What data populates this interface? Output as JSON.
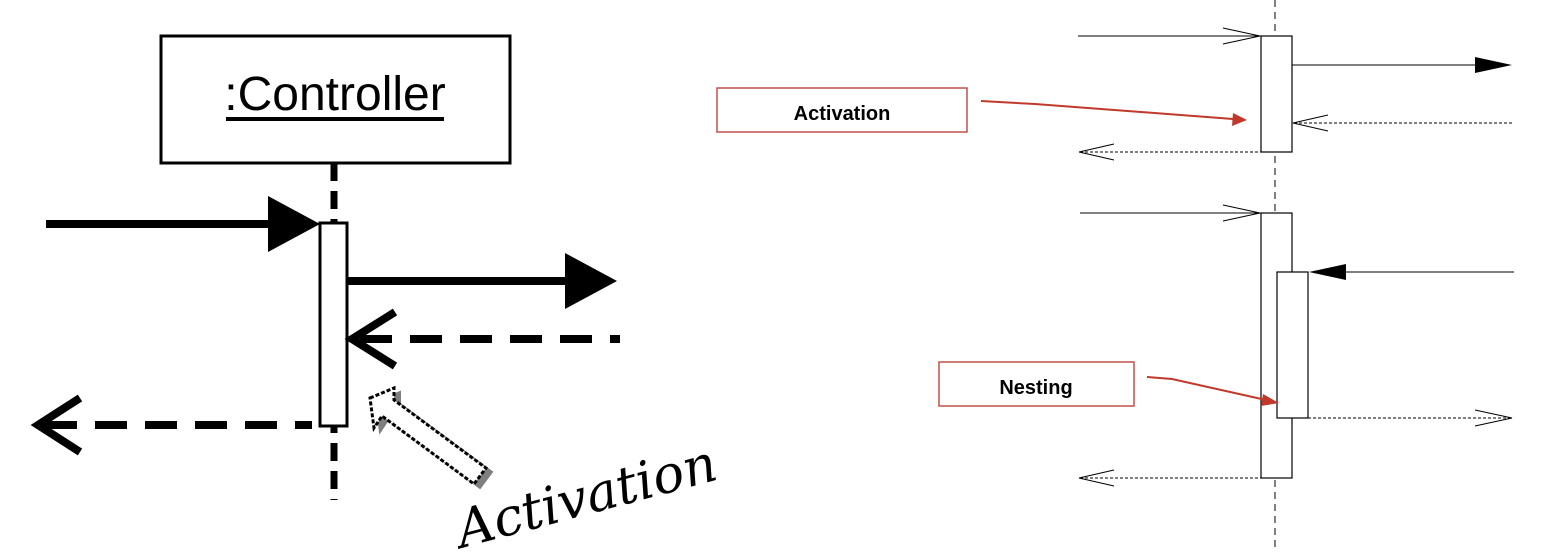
{
  "left_diagram": {
    "lifeline_label": ":Controller",
    "callout_label": "Activation"
  },
  "right_diagram": {
    "activation_note": "Activation",
    "nesting_note": "Nesting"
  },
  "colors": {
    "stroke": "#000000",
    "note_border": "#c0504d",
    "note_arrow": "#c0392b",
    "callout_shadow": "#808080"
  }
}
